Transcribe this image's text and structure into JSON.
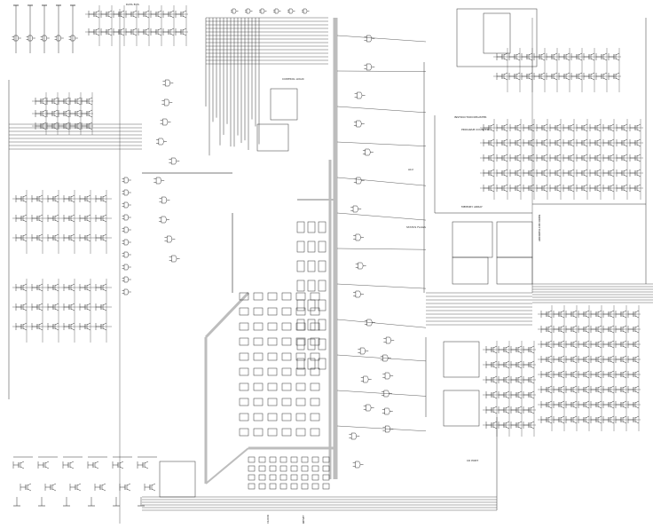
{
  "schematic": {
    "top_label": "DATA BUS",
    "top_center_label": "CONTROL LOGIC",
    "right_mid_label": "ADDRESS DECODER",
    "bottom_labels": [
      "CLOCK",
      "RESET"
    ],
    "annotations": [
      "INSTRUCTION REGISTER",
      "PROGRAM COUNTER",
      "ALU",
      "STATUS FLAGS",
      "MEMORY ARRAY",
      "I/O PORT"
    ]
  }
}
